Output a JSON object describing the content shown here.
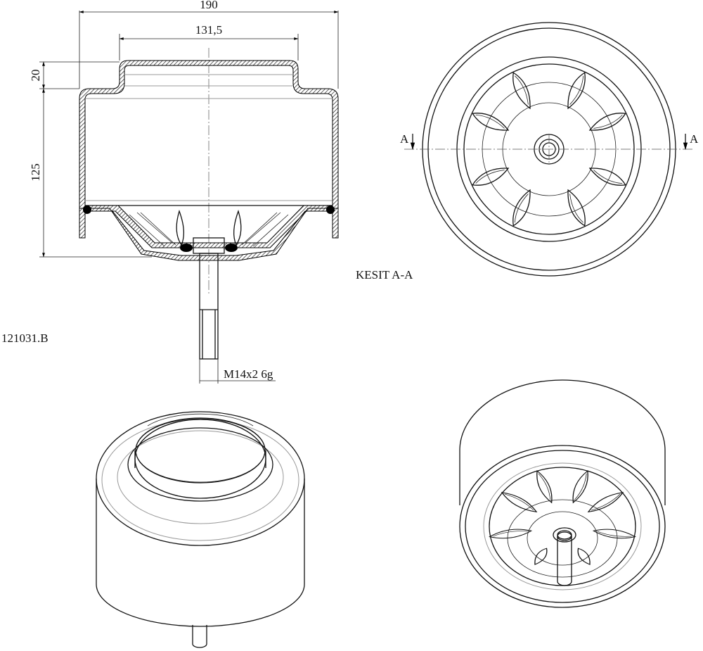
{
  "drawing_number": "121031.B",
  "section_title": "KESIT A-A",
  "section_marker": "A",
  "dimensions": {
    "overall_width": "190",
    "top_width": "131,5",
    "top_step": "20",
    "body_height": "125",
    "thread": "M14x2 6g"
  }
}
